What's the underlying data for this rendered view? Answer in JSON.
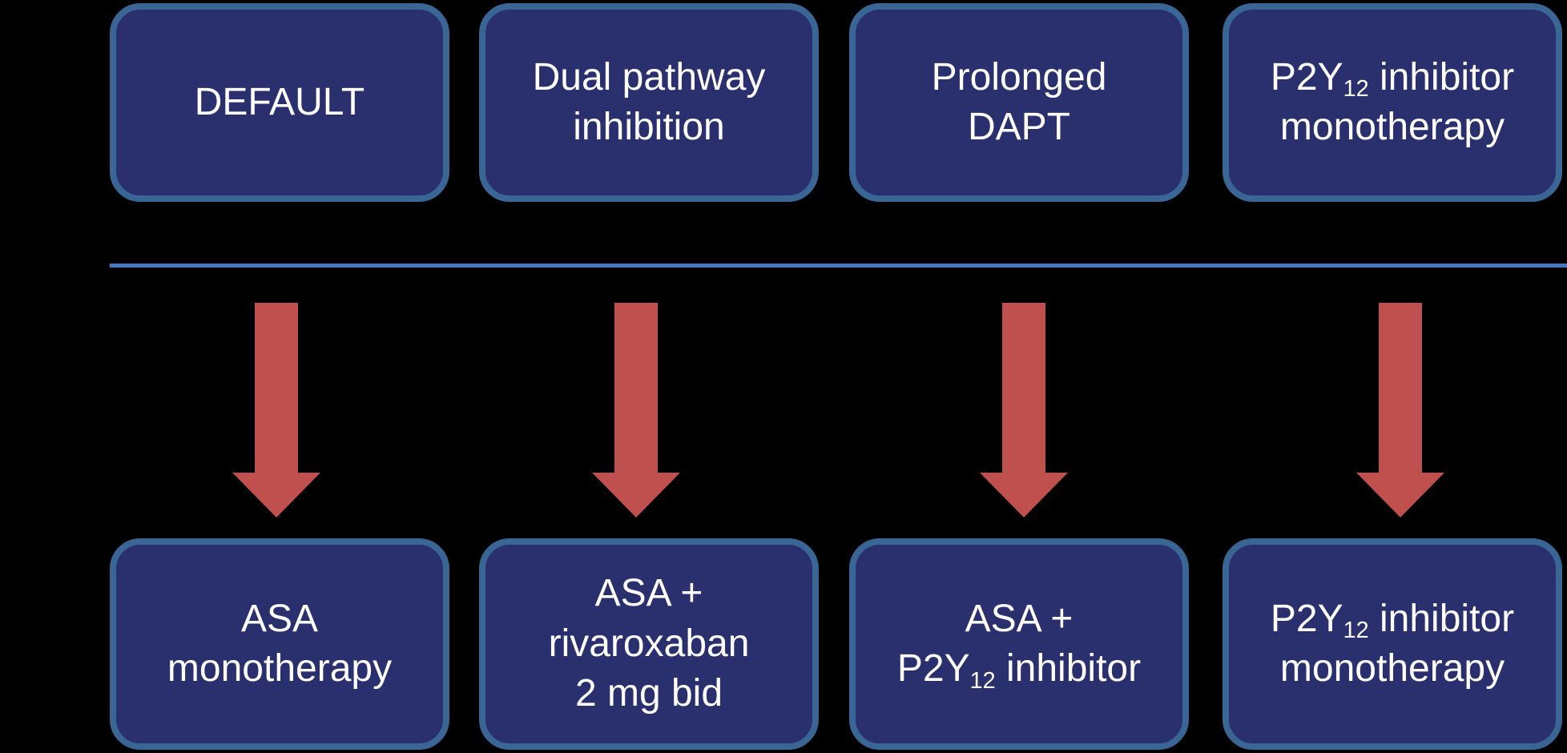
{
  "diagram": {
    "colors": {
      "background": "#000000",
      "box_fill": "#2A2F6E",
      "box_border": "#3A6695",
      "arrow": "#C0504D",
      "divider": "#4377BE",
      "text": "#FFFFFF"
    },
    "columns": [
      {
        "id": "default",
        "strategy": {
          "lines": [
            [
              {
                "t": "DEFAULT"
              }
            ]
          ]
        },
        "therapy": {
          "lines": [
            [
              {
                "t": "ASA"
              }
            ],
            [
              {
                "t": "monotherapy"
              }
            ]
          ]
        }
      },
      {
        "id": "dual-pathway-inhibition",
        "strategy": {
          "lines": [
            [
              {
                "t": "Dual pathway"
              }
            ],
            [
              {
                "t": "inhibition"
              }
            ]
          ]
        },
        "therapy": {
          "lines": [
            [
              {
                "t": "ASA +"
              }
            ],
            [
              {
                "t": "rivaroxaban"
              }
            ],
            [
              {
                "t": "2 mg bid"
              }
            ]
          ]
        }
      },
      {
        "id": "prolonged-dapt",
        "strategy": {
          "lines": [
            [
              {
                "t": "Prolonged"
              }
            ],
            [
              {
                "t": "DAPT"
              }
            ]
          ]
        },
        "therapy": {
          "lines": [
            [
              {
                "t": "ASA +"
              }
            ],
            [
              {
                "t": "P2Y"
              },
              {
                "t": "12",
                "sub": true
              },
              {
                "t": " inhibitor"
              }
            ]
          ]
        }
      },
      {
        "id": "p2y12-inhibitor-monotherapy",
        "strategy": {
          "lines": [
            [
              {
                "t": "P2Y"
              },
              {
                "t": "12",
                "sub": true
              },
              {
                "t": " inhibitor"
              }
            ],
            [
              {
                "t": "monotherapy"
              }
            ]
          ]
        },
        "therapy": {
          "lines": [
            [
              {
                "t": "P2Y"
              },
              {
                "t": "12",
                "sub": true
              },
              {
                "t": " inhibitor"
              }
            ],
            [
              {
                "t": "monotherapy"
              }
            ]
          ]
        }
      }
    ]
  }
}
